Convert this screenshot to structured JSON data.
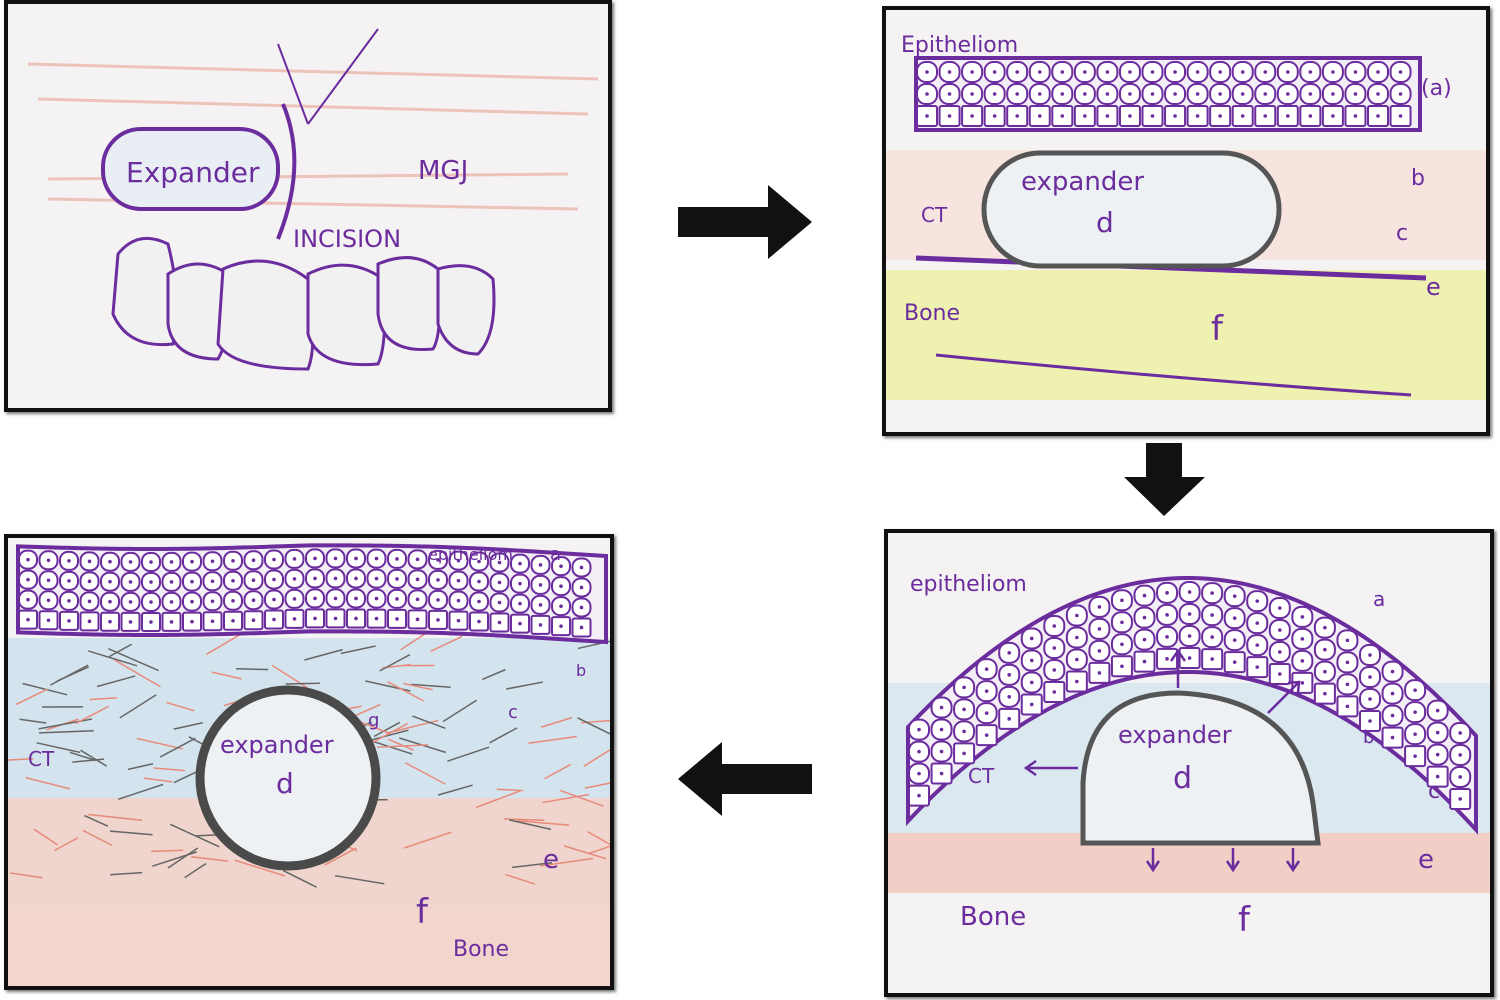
{
  "colors": {
    "ink": "#6b2c9e",
    "pink": "#e89a8e",
    "blue": "#bcd6e6",
    "yellow": "#eef0a0",
    "frame": "#111111"
  },
  "panel1": {
    "expander": "Expander",
    "mgj": "MGJ",
    "incision": "INCISION"
  },
  "panel2": {
    "epithelium": "Epitheliom",
    "a": "(a)",
    "b": "b",
    "c": "c",
    "ct": "CT",
    "expander": "expander",
    "d": "d",
    "e": "e",
    "bone": "Bone",
    "f": "f"
  },
  "panel3": {
    "epithelium": "epitheliom",
    "a": "a",
    "b": "b",
    "c": "c",
    "ct": "CT",
    "expander": "expander",
    "d": "d",
    "e": "e",
    "bone": "Bone",
    "f": "f"
  },
  "panel4": {
    "epithelium": "epitheliom",
    "a": "a",
    "b": "b",
    "c": "c",
    "g": "g",
    "ct": "CT",
    "expander": "expander",
    "d": "d",
    "e": "e",
    "bone": "Bone",
    "f": "f"
  }
}
